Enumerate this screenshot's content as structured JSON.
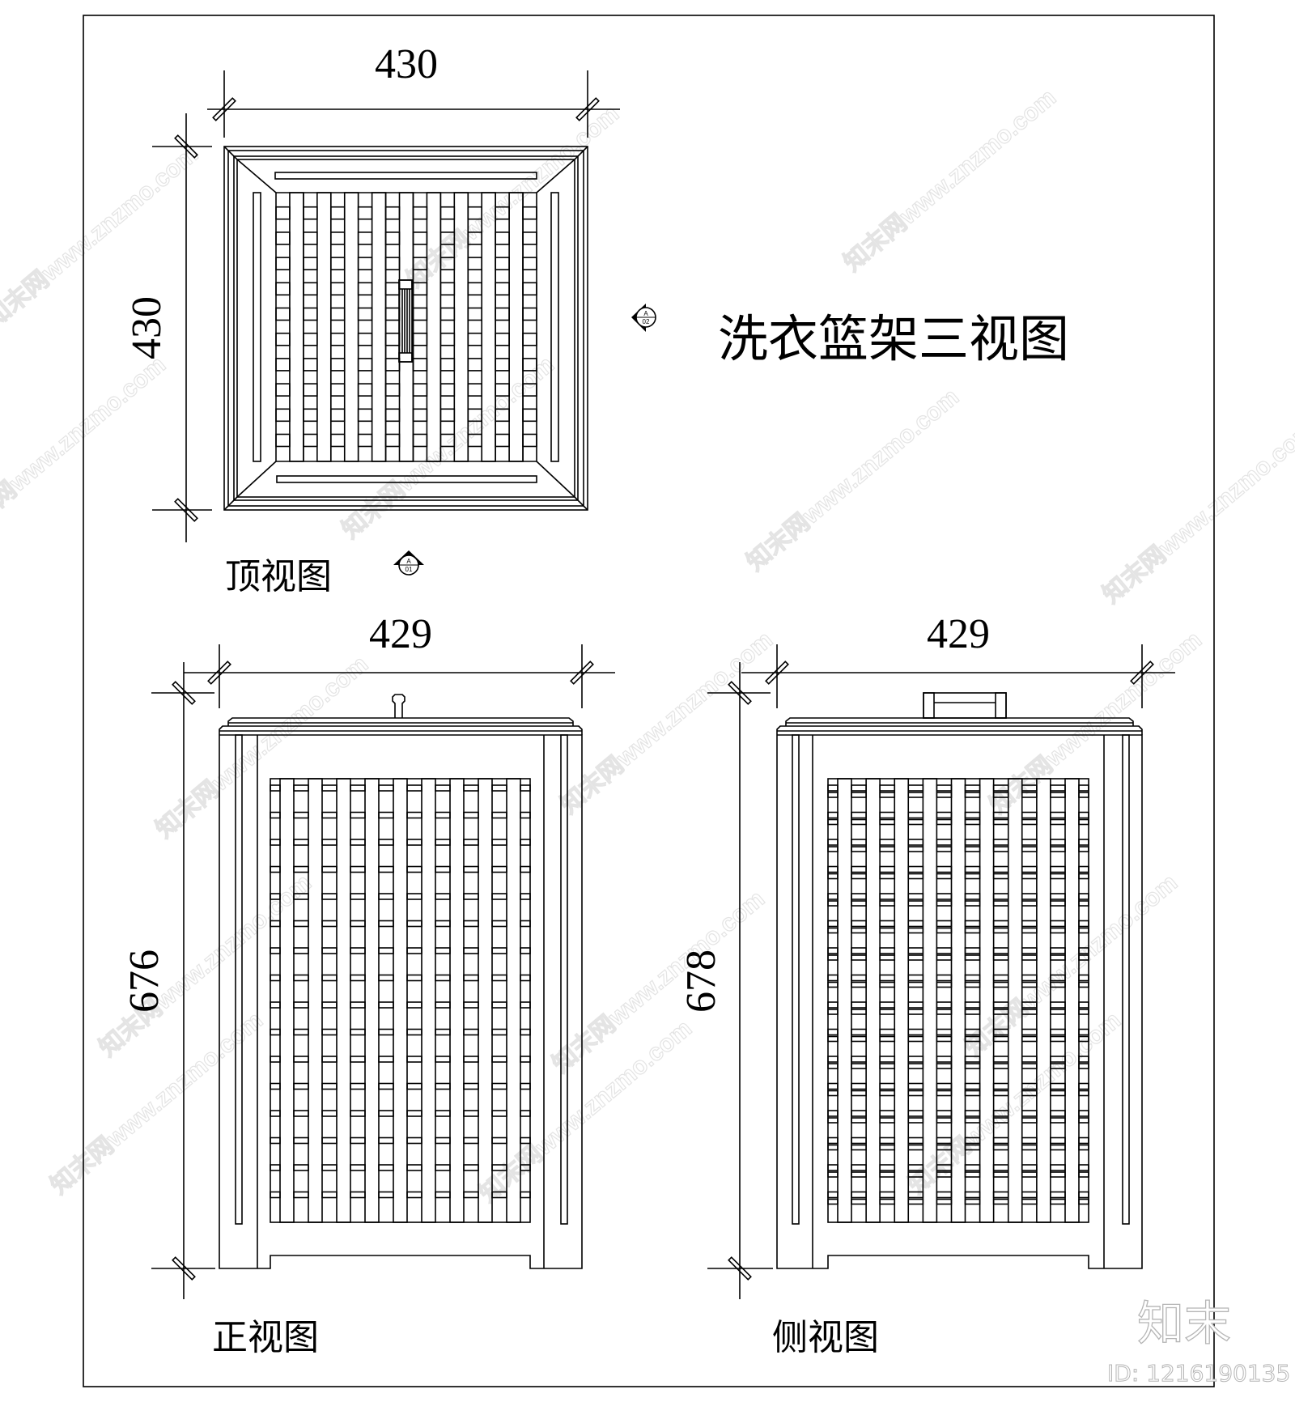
{
  "title": "洗衣篮架三视图",
  "views": {
    "top": {
      "label": "顶视图",
      "width_dim": "430",
      "depth_dim": "430",
      "section_symbol": {
        "letter": "A",
        "number": "01"
      }
    },
    "front": {
      "label": "正视图",
      "width_dim": "429",
      "height_dim": "676"
    },
    "side": {
      "label": "侧视图",
      "width_dim": "429",
      "height_dim": "678"
    }
  },
  "section_symbol_2": {
    "letter": "A",
    "number": "02"
  },
  "watermark": {
    "text": "知末网www.znzmo.com",
    "logo": "知末",
    "id": "ID: 1216190135"
  }
}
